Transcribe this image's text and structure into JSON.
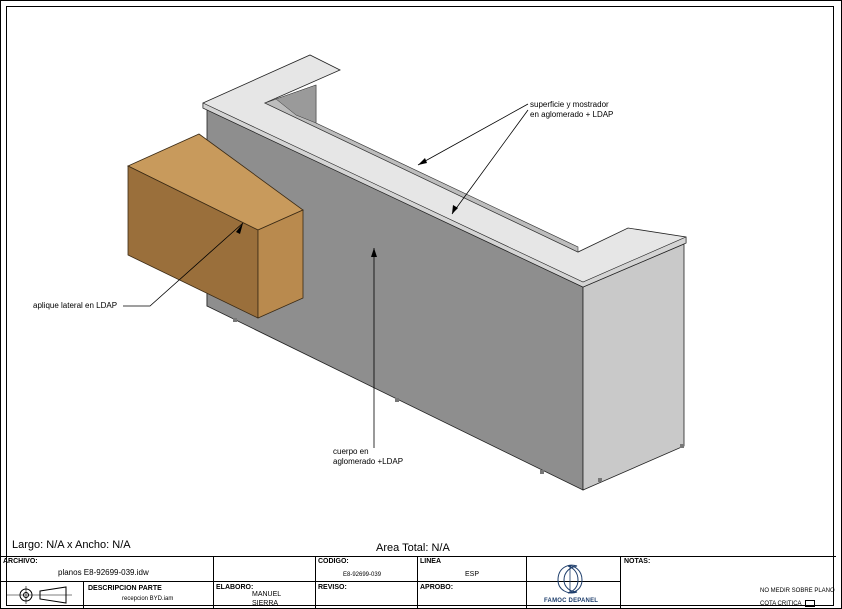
{
  "callouts": {
    "surface_line1": "superficie y mostrador",
    "surface_line2": "en aglomerado + LDAP",
    "side": "aplique lateral en LDAP",
    "body_line1": "cuerpo en",
    "body_line2": "aglomerado +LDAP"
  },
  "dimensions": {
    "size": "Largo: N/A x Ancho: N/A",
    "area": "Area Total: N/A"
  },
  "title_block": {
    "archivo_label": "ARCHIVO:",
    "archivo_value": "planos E8-92699-039.idw",
    "descripcion_label": "DESCRIPCION PARTE",
    "descripcion_value": "recepcion BYD.iam",
    "codigo_label": "CODIGO:",
    "codigo_value": "E8-92699-039",
    "linea_label": "LINEA",
    "linea_value": "ESP",
    "elaboro_label": "ELABORO:",
    "elaboro_value1": "MANUEL",
    "elaboro_value2": "SIERRA",
    "reviso_label": "REVISO:",
    "aprobo_label": "APROBO:",
    "notas_label": "NOTAS:",
    "note1": "NO MEDIR SOBRE PLANO",
    "note2": "COTA CRITICA",
    "logo": "FAMOC DEPANEL"
  },
  "colors": {
    "counter_top": "#e6e6e6",
    "front_panel": "#8e8e8e",
    "side_panel": "#c9c9c9",
    "wood_front": "#9a6f3b",
    "wood_top": "#c89a5c",
    "wood_side": "#b98a4e"
  },
  "icons": {
    "projection": "third-angle-projection-icon",
    "logo": "famoc-logo-icon"
  }
}
